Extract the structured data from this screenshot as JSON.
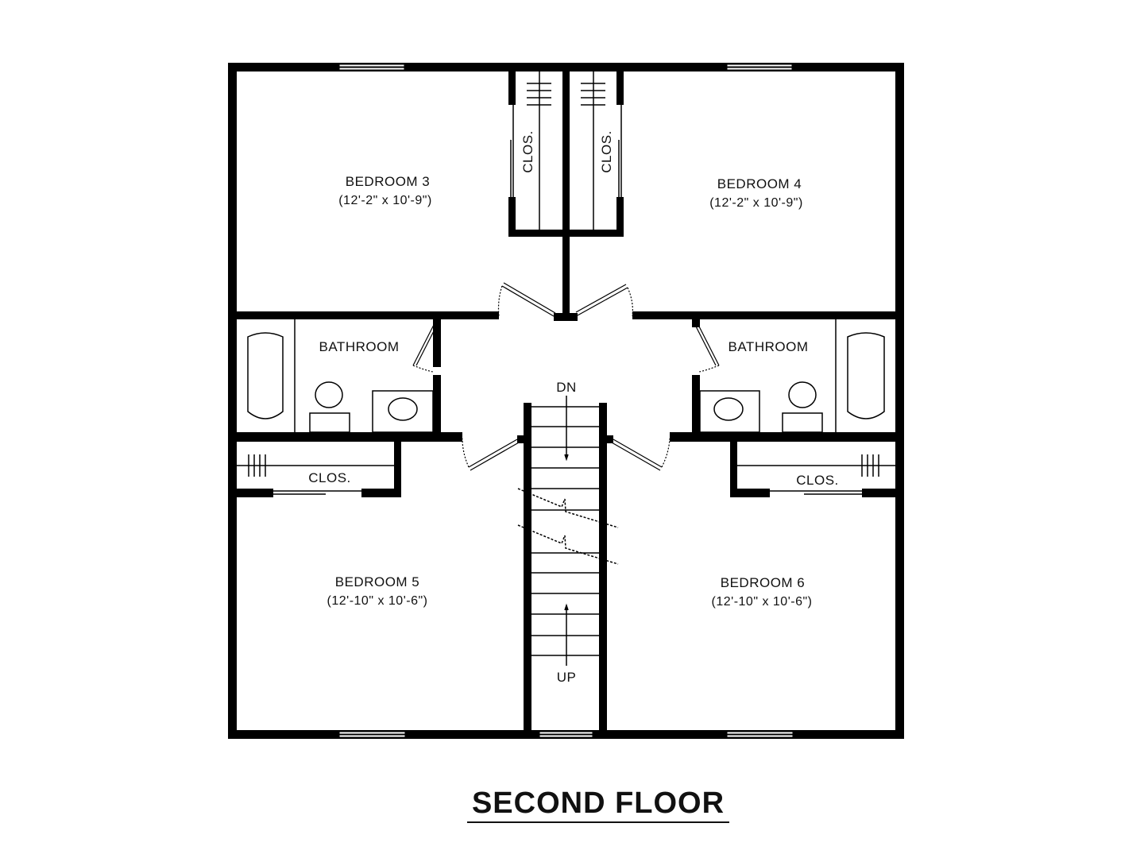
{
  "title": "SECOND FLOOR",
  "colors": {
    "wall": "#000000",
    "background": "#ffffff",
    "line": "#111111"
  },
  "rooms": {
    "bedroom3": {
      "name": "BEDROOM  3",
      "dims": "(12'-2\" x 10'-9\")"
    },
    "bedroom4": {
      "name": "BEDROOM  4",
      "dims": "(12'-2\" x 10'-9\")"
    },
    "bedroom5": {
      "name": "BEDROOM   5",
      "dims": "(12'-10\" x 10'-6\")"
    },
    "bedroom6": {
      "name": "BEDROOM   6",
      "dims": "(12'-10\" x 10'-6\")"
    },
    "bath_left": {
      "name": "BATHROOM"
    },
    "bath_right": {
      "name": "BATHROOM"
    },
    "closet_top_left": {
      "name": "CLOS."
    },
    "closet_top_right": {
      "name": "CLOS."
    },
    "closet_mid_left": {
      "name": "CLOS."
    },
    "closet_mid_right": {
      "name": "CLOS."
    }
  },
  "stairs": {
    "down_label": "DN",
    "up_label": "UP"
  }
}
